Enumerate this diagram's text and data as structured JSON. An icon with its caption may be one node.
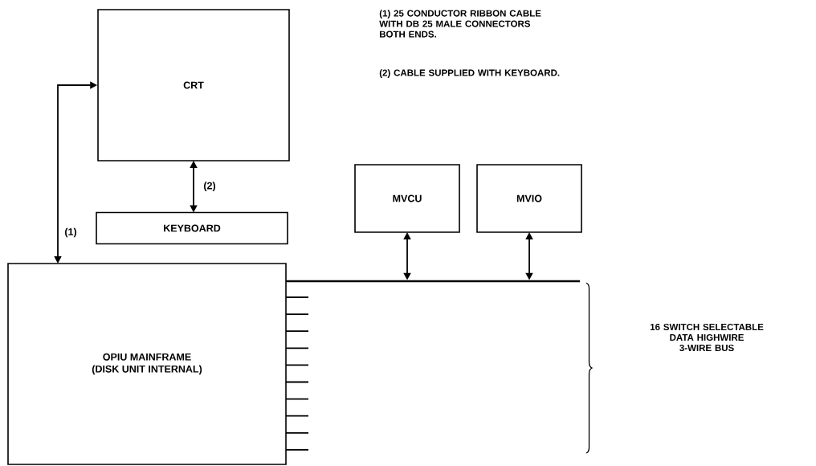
{
  "diagram": {
    "nodes": [
      {
        "text": [
          "CRT"
        ]
      },
      {
        "text": [
          "KEYBOARD"
        ]
      },
      {
        "text": [
          "MVCU"
        ]
      },
      {
        "text": [
          "MVIO"
        ]
      },
      {
        "text": [
          "OPIU MAINFRAME",
          "(DISK UNIT INTERNAL)"
        ]
      },
      {
        "text": [],
        "shape": "bar"
      }
    ],
    "edges": [
      {
        "from": 0,
        "to": 4,
        "arrow": "both",
        "label": "(1)"
      },
      {
        "from": 0,
        "to": 1,
        "arrow": "both",
        "label": "(2)"
      },
      {
        "from": 2,
        "to": 5,
        "arrow": "both"
      },
      {
        "from": 3,
        "to": 5,
        "arrow": "both"
      }
    ],
    "labels": [
      "(1) 25 CONDUCTOR RIBBON CABLE WITH DB 25 MALE CONNECTORS BOTH ENDS.",
      "(2) CABLE SUPPLIED WITH KEYBOARD.",
      "16 SWITCH SELECTABLE DATA HIGHWIRE 3-WIRE BUS"
    ]
  }
}
